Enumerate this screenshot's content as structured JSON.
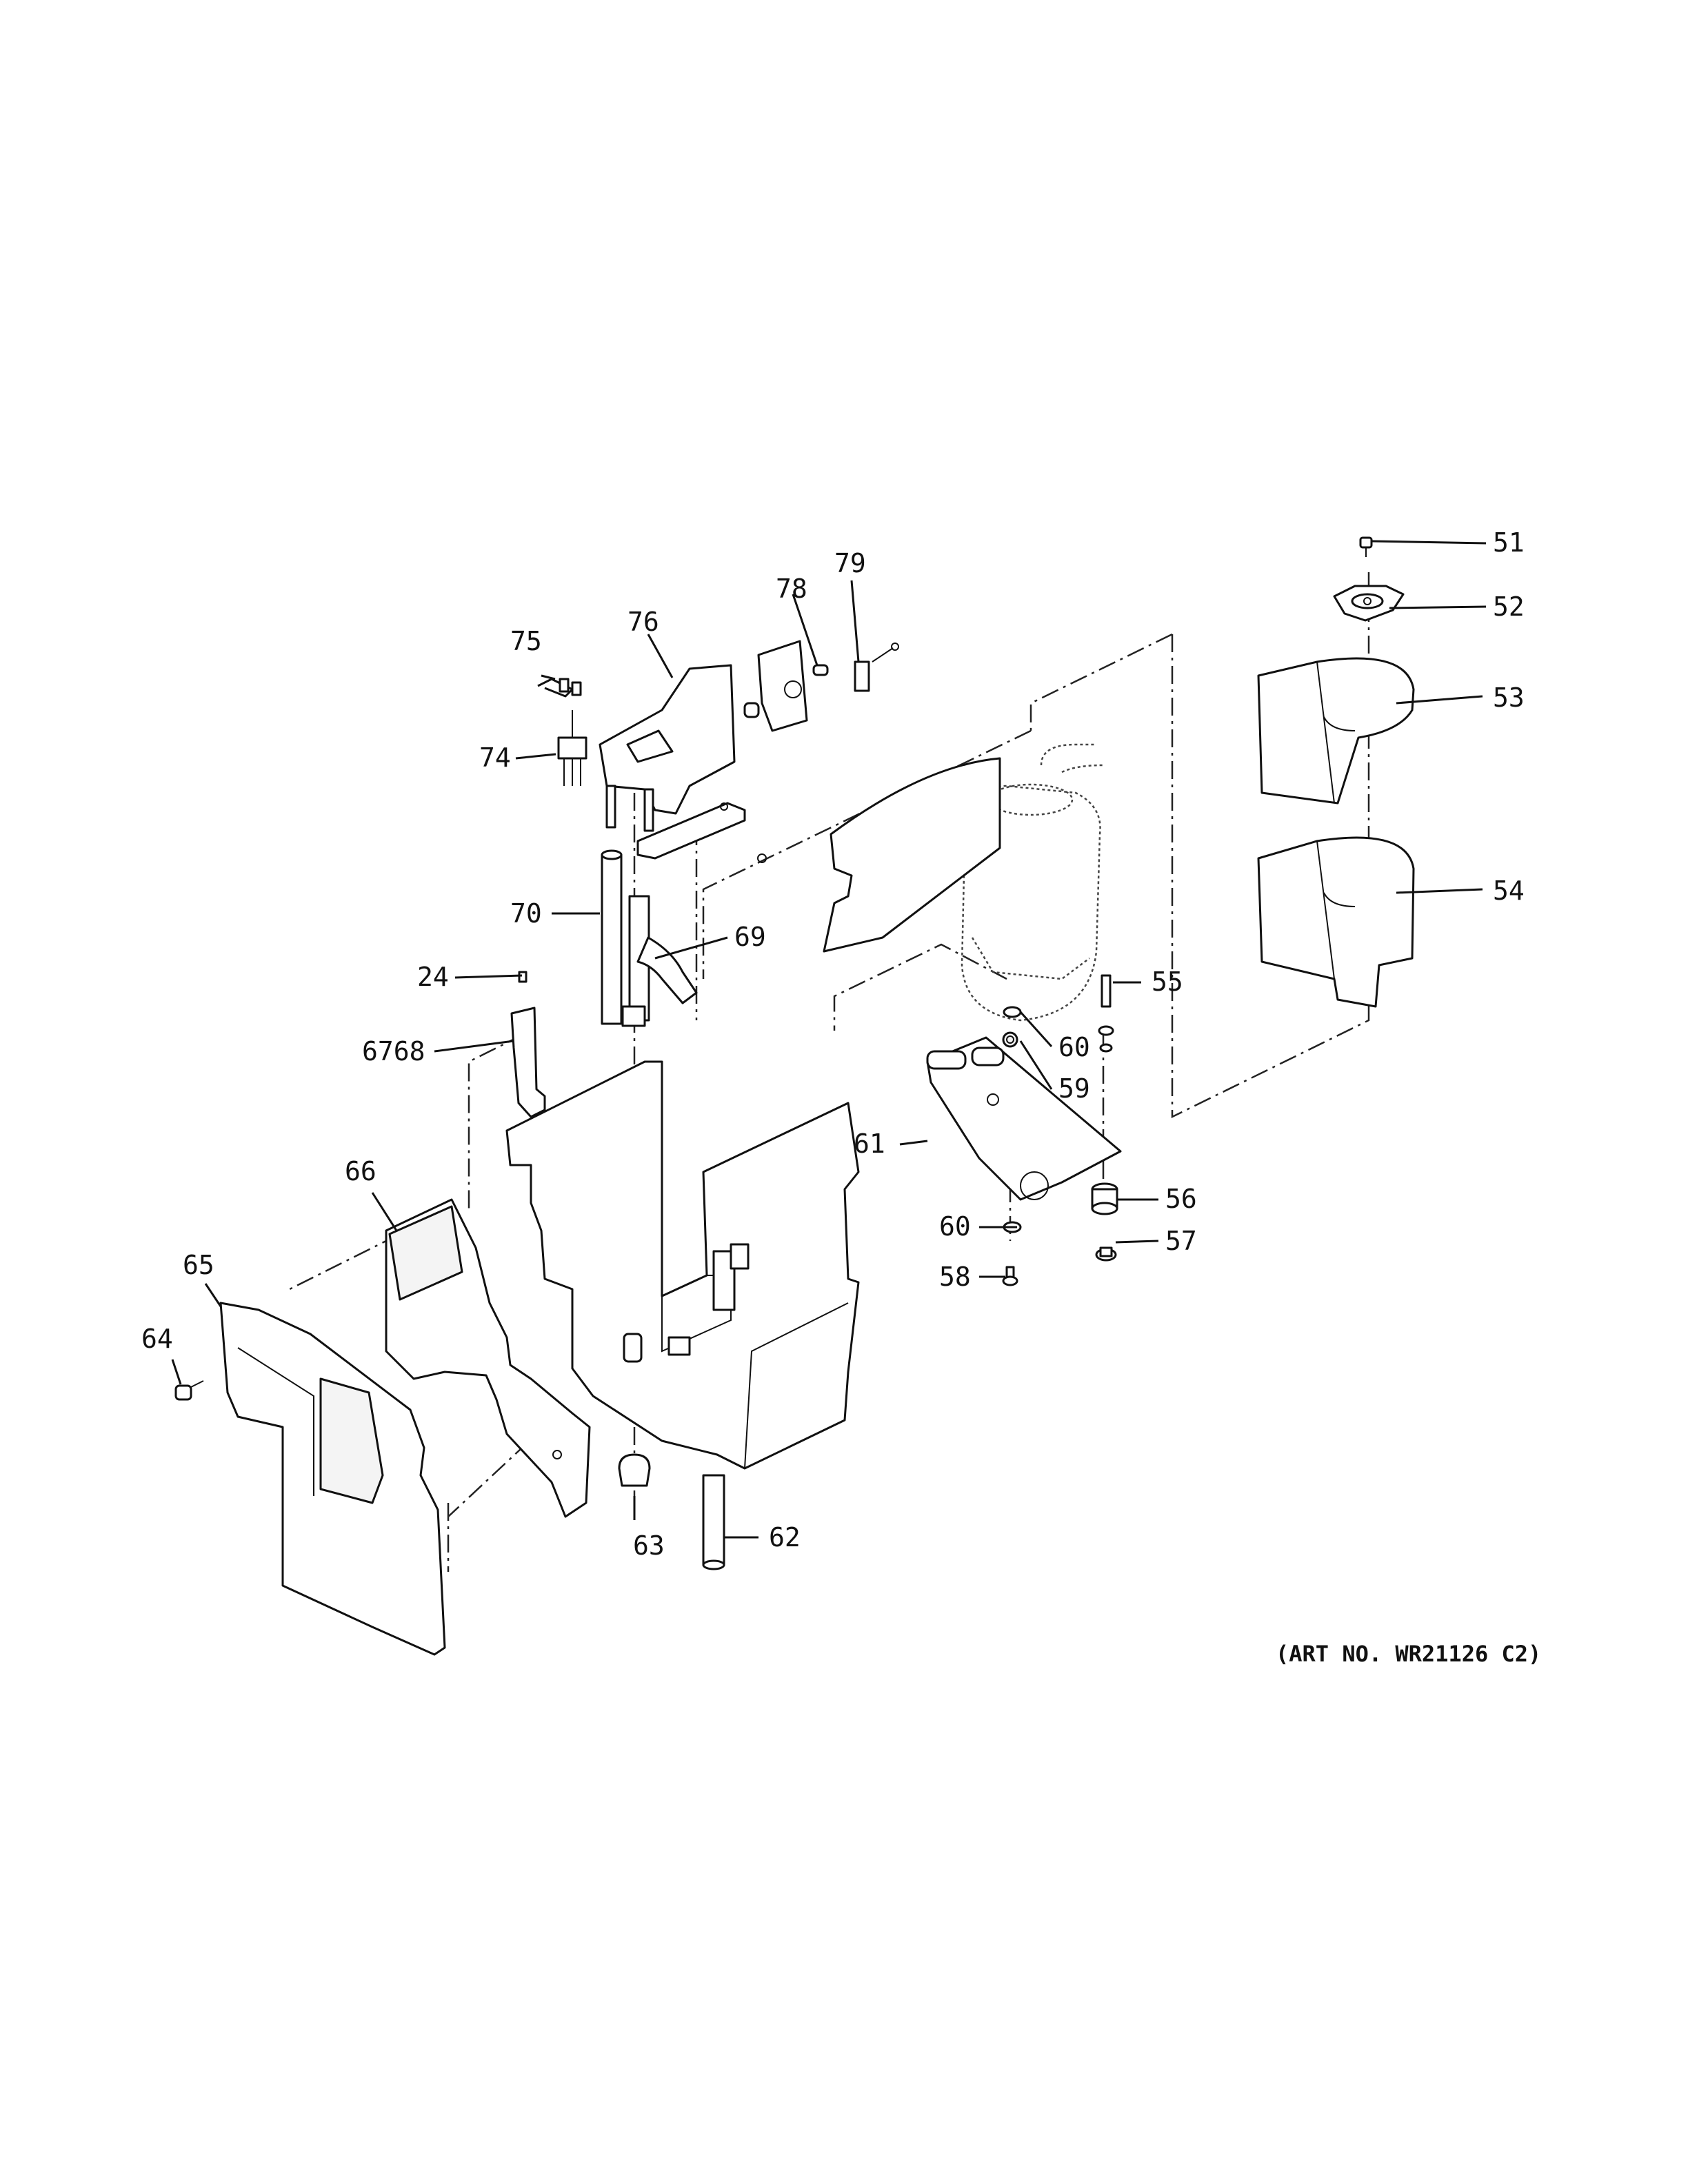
{
  "art_number": "(ART NO. WR21126 C2)",
  "callouts": {
    "c24": "24",
    "c51": "51",
    "c52": "52",
    "c53": "53",
    "c54": "54",
    "c55": "55",
    "c56": "56",
    "c57": "57",
    "c58": "58",
    "c59": "59",
    "c60a": "60",
    "c60b": "60",
    "c61": "61",
    "c62": "62",
    "c63": "63",
    "c64": "64",
    "c65": "65",
    "c66": "66",
    "c6768": "6768",
    "c69": "69",
    "c70": "70",
    "c74": "74",
    "c75": "75",
    "c76": "76",
    "c78": "78",
    "c79": "79"
  }
}
